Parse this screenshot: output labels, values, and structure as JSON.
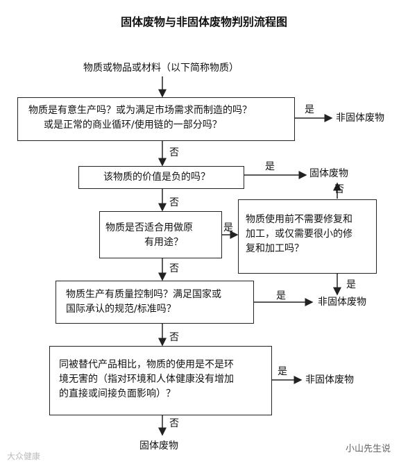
{
  "title": "固体废物与非固体废物判别流程图",
  "start": "物质或物品或材料（以下简称物质）",
  "box1": {
    "line1": "物质是有意生产吗？或为满足市场需求而制造的吗？",
    "line2": "或是正常的商业循环/使用链的一部分吗？"
  },
  "box2": "该物质的价值是负的吗？",
  "box3": {
    "line1": "物质是否适合用做原",
    "line2": "有用途？"
  },
  "box4": {
    "line1": "物质使用前不需要修复和",
    "line2": "加工，或仅需要很小的修",
    "line3": "复和加工吗？"
  },
  "box5": {
    "line1": "物质生产有质量控制吗？满足国家或",
    "line2": "国际承认的规范/标准吗？"
  },
  "box6": {
    "line1": "同被替代产品相比，物质的使用是不是环",
    "line2": "境无害的（指对环境和人体健康没有增加",
    "line3": "的直接或间接负面影响）？"
  },
  "labels": {
    "yes": "是",
    "no": "否"
  },
  "results": {
    "non_waste": "非固体废物",
    "waste": "固体废物"
  },
  "watermarks": {
    "left": "大众健康",
    "right": "小山先生说"
  }
}
